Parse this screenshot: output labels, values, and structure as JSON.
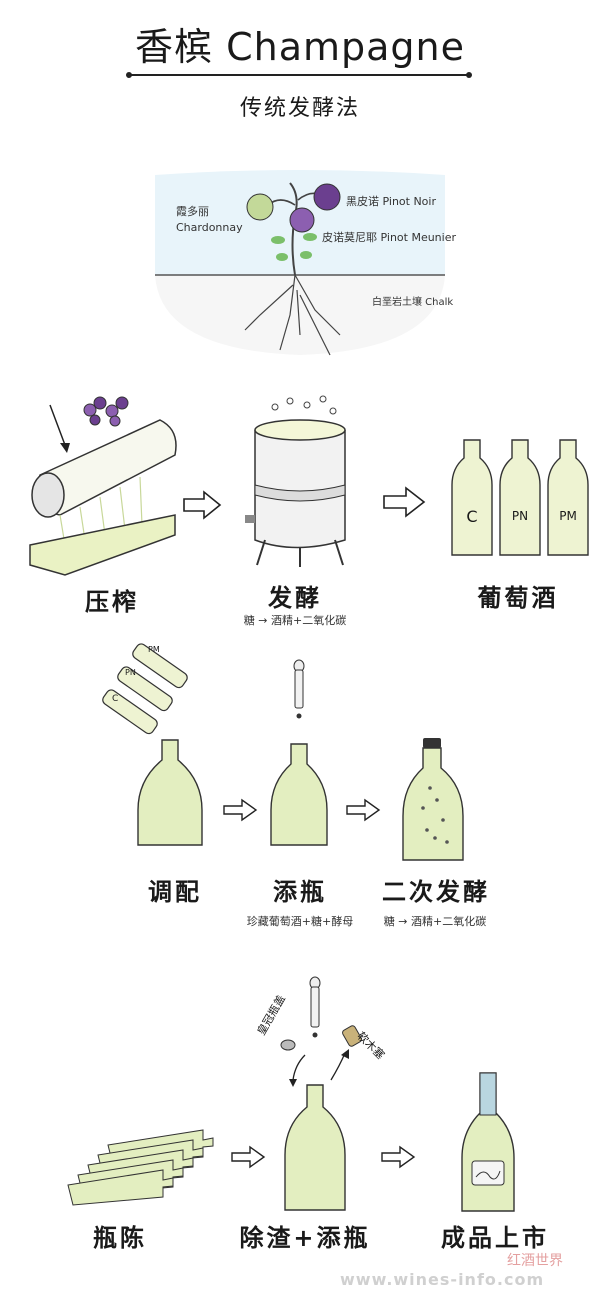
{
  "header": {
    "title": "香槟 Champagne",
    "subtitle": "传统发酵法"
  },
  "vine": {
    "chardonnay_cn": "霞多丽",
    "chardonnay_en": "Chardonnay",
    "pinot_noir": "黑皮诺 Pinot Noir",
    "pinot_meunier": "皮诺莫尼耶 Pinot Meunier",
    "chalk": "白垩岩土壤 Chalk"
  },
  "row1": {
    "press": "压榨",
    "ferment": "发酵",
    "ferment_note": "糖 → 酒精+二氧化碳",
    "wine": "葡萄酒",
    "bottle_labels": [
      "C",
      "PN",
      "PM"
    ]
  },
  "row2": {
    "blend": "调配",
    "tirage": "添瓶",
    "tirage_note": "珍藏葡萄酒+糖+酵母",
    "second": "二次发酵",
    "second_note": "糖 → 酒精+二氧化碳",
    "pour_labels": [
      "PM",
      "PN",
      "C"
    ]
  },
  "row3": {
    "aging": "瓶陈",
    "disgorge": "除渣+添瓶",
    "market": "成品上市",
    "crown_cap": "皇冠瓶盖",
    "cork": "软木塞"
  },
  "watermark": {
    "url": "www.wines-info.com",
    "cn": "红酒世界"
  },
  "colors": {
    "wine": "#eef3d2",
    "bottle": "#e3eec0",
    "sky": "#e8f4fa",
    "grape_purple": "#6b3f8f",
    "grape_green": "#b7d08a"
  }
}
